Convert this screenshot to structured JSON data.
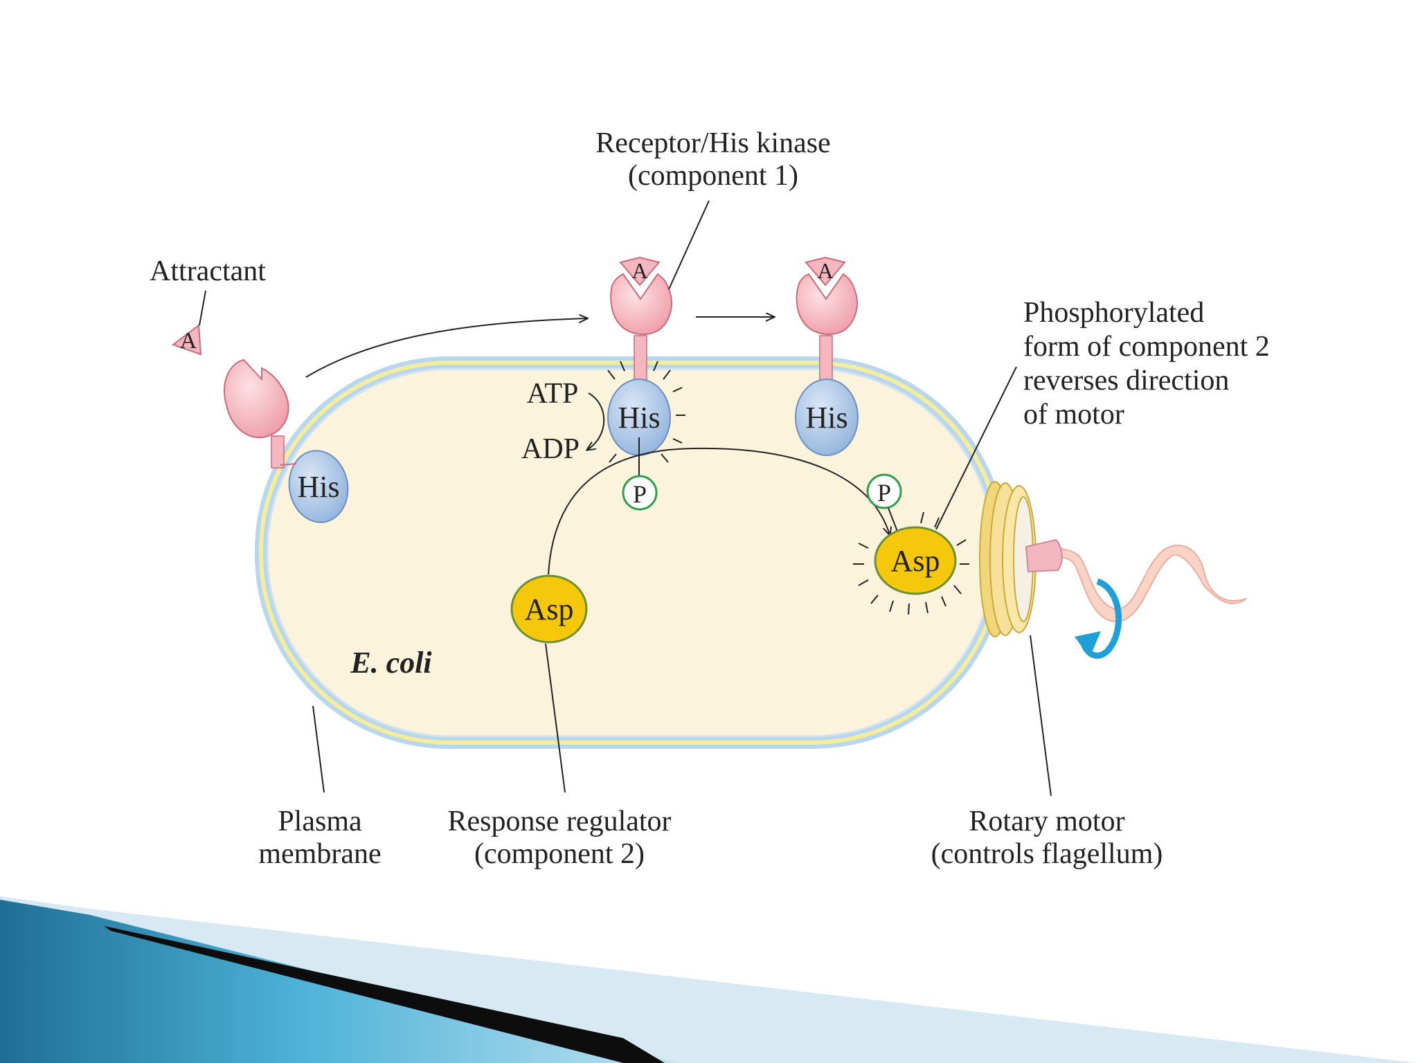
{
  "diagram": {
    "receptor_label_line1": "Receptor/His kinase",
    "receptor_label_line2": "(component 1)",
    "attractant_label": "Attractant",
    "attractant_letter": "A",
    "his_label": "His",
    "asp_label": "Asp",
    "phosphate_label": "P",
    "atp_label": "ATP",
    "adp_label": "ADP",
    "phospho_note_line1": "Phosphorylated",
    "phospho_note_line2": "form of component 2",
    "phospho_note_line3": "reverses direction",
    "phospho_note_line4": "of motor",
    "organism_label": "E. coli",
    "membrane_label_line1": "Plasma",
    "membrane_label_line2": "membrane",
    "regulator_label_line1": "Response regulator",
    "regulator_label_line2": "(component 2)",
    "motor_label_line1": "Rotary motor",
    "motor_label_line2": "(controls flagellum)"
  },
  "colors": {
    "cell_fill": "#fbf3dc",
    "membrane_blue": "#b8d6ee",
    "membrane_yellow": "#f4ee9c",
    "receptor_pink": "#f4b6bf",
    "his_blue": "#a9c5e6",
    "asp_yellow": "#f5c80c",
    "rotation_arrow": "#1f9fd8",
    "banner_blue": "#2a8fb8"
  }
}
